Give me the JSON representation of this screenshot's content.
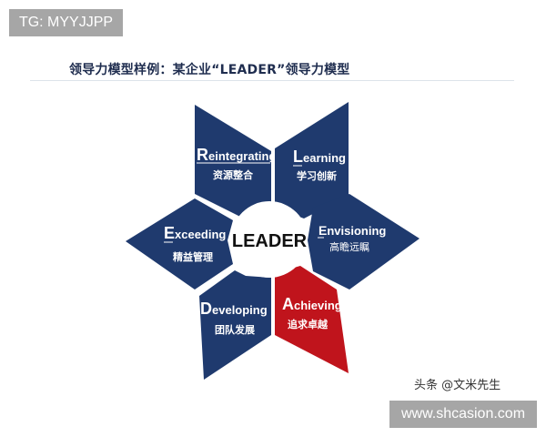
{
  "header": {
    "tg_badge": "TG: MYYJJPP",
    "title": "领导力模型样例：某企业“LEADER”领导力模型"
  },
  "diagram": {
    "center_label": "LEADER",
    "colors": {
      "navy": "#1f3a6e",
      "red": "#c0141c",
      "center": "#ffffff"
    },
    "petals": [
      {
        "key": "reintegrating",
        "initial": "R",
        "rest": "eintegrating",
        "cn": "资源整合",
        "color": "navy"
      },
      {
        "key": "learning",
        "initial": "L",
        "rest": "earning",
        "cn": "学习创新",
        "color": "navy"
      },
      {
        "key": "envisioning",
        "initial": "E",
        "rest": "nvisioning",
        "cn": "高瞻远瞩",
        "color": "navy"
      },
      {
        "key": "achieving",
        "initial": "A",
        "rest": "chieving",
        "cn": "追求卓越",
        "color": "red"
      },
      {
        "key": "developing",
        "initial": "D",
        "rest": "eveloping",
        "cn": "团队发展",
        "color": "navy"
      },
      {
        "key": "exceeding",
        "initial": "E",
        "rest": "xceeding",
        "cn": "精益管理",
        "color": "navy"
      }
    ]
  },
  "footer": {
    "watermark": "头条 @文米先生",
    "url_badge": "www.shcasion.com"
  }
}
